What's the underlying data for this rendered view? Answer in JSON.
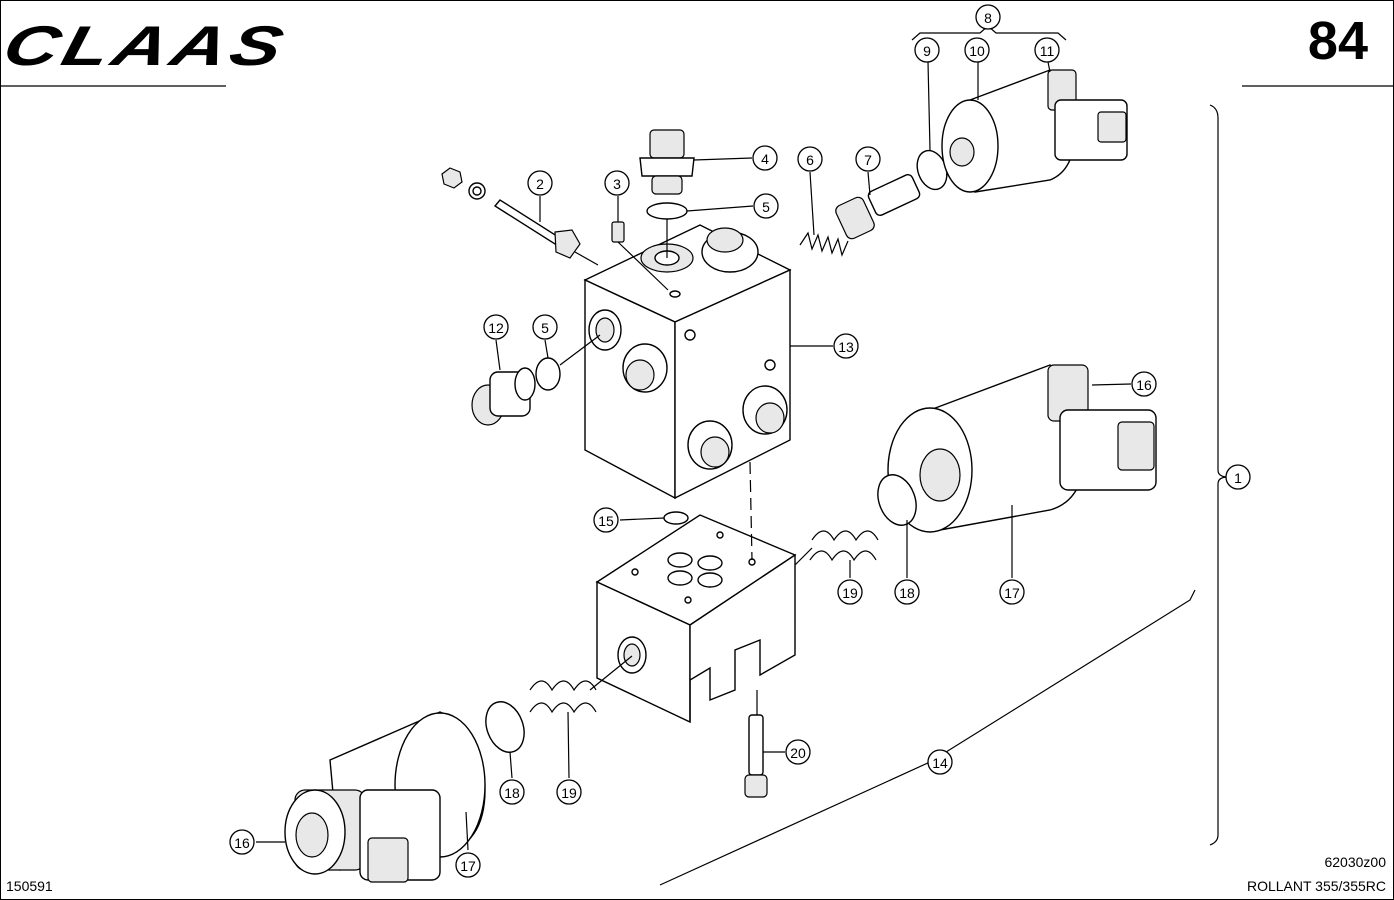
{
  "header": {
    "brand": "CLAAS",
    "page_number": "84"
  },
  "footer": {
    "doc_code": "150591",
    "drawing_code": "62030z00",
    "model": "ROLLANT 355/355RC"
  },
  "callouts": [
    {
      "id": "c1",
      "label": "1"
    },
    {
      "id": "c2",
      "label": "2"
    },
    {
      "id": "c3",
      "label": "3"
    },
    {
      "id": "c4",
      "label": "4"
    },
    {
      "id": "c5a",
      "label": "5"
    },
    {
      "id": "c5b",
      "label": "5"
    },
    {
      "id": "c6",
      "label": "6"
    },
    {
      "id": "c7",
      "label": "7"
    },
    {
      "id": "c8",
      "label": "8"
    },
    {
      "id": "c9",
      "label": "9"
    },
    {
      "id": "c10",
      "label": "10"
    },
    {
      "id": "c11",
      "label": "11"
    },
    {
      "id": "c12",
      "label": "12"
    },
    {
      "id": "c13",
      "label": "13"
    },
    {
      "id": "c14",
      "label": "14"
    },
    {
      "id": "c15",
      "label": "15"
    },
    {
      "id": "c16a",
      "label": "16"
    },
    {
      "id": "c16b",
      "label": "16"
    },
    {
      "id": "c17a",
      "label": "17"
    },
    {
      "id": "c17b",
      "label": "17"
    },
    {
      "id": "c18a",
      "label": "18"
    },
    {
      "id": "c18b",
      "label": "18"
    },
    {
      "id": "c19a",
      "label": "19"
    },
    {
      "id": "c19b",
      "label": "19"
    },
    {
      "id": "c20",
      "label": "20"
    }
  ]
}
